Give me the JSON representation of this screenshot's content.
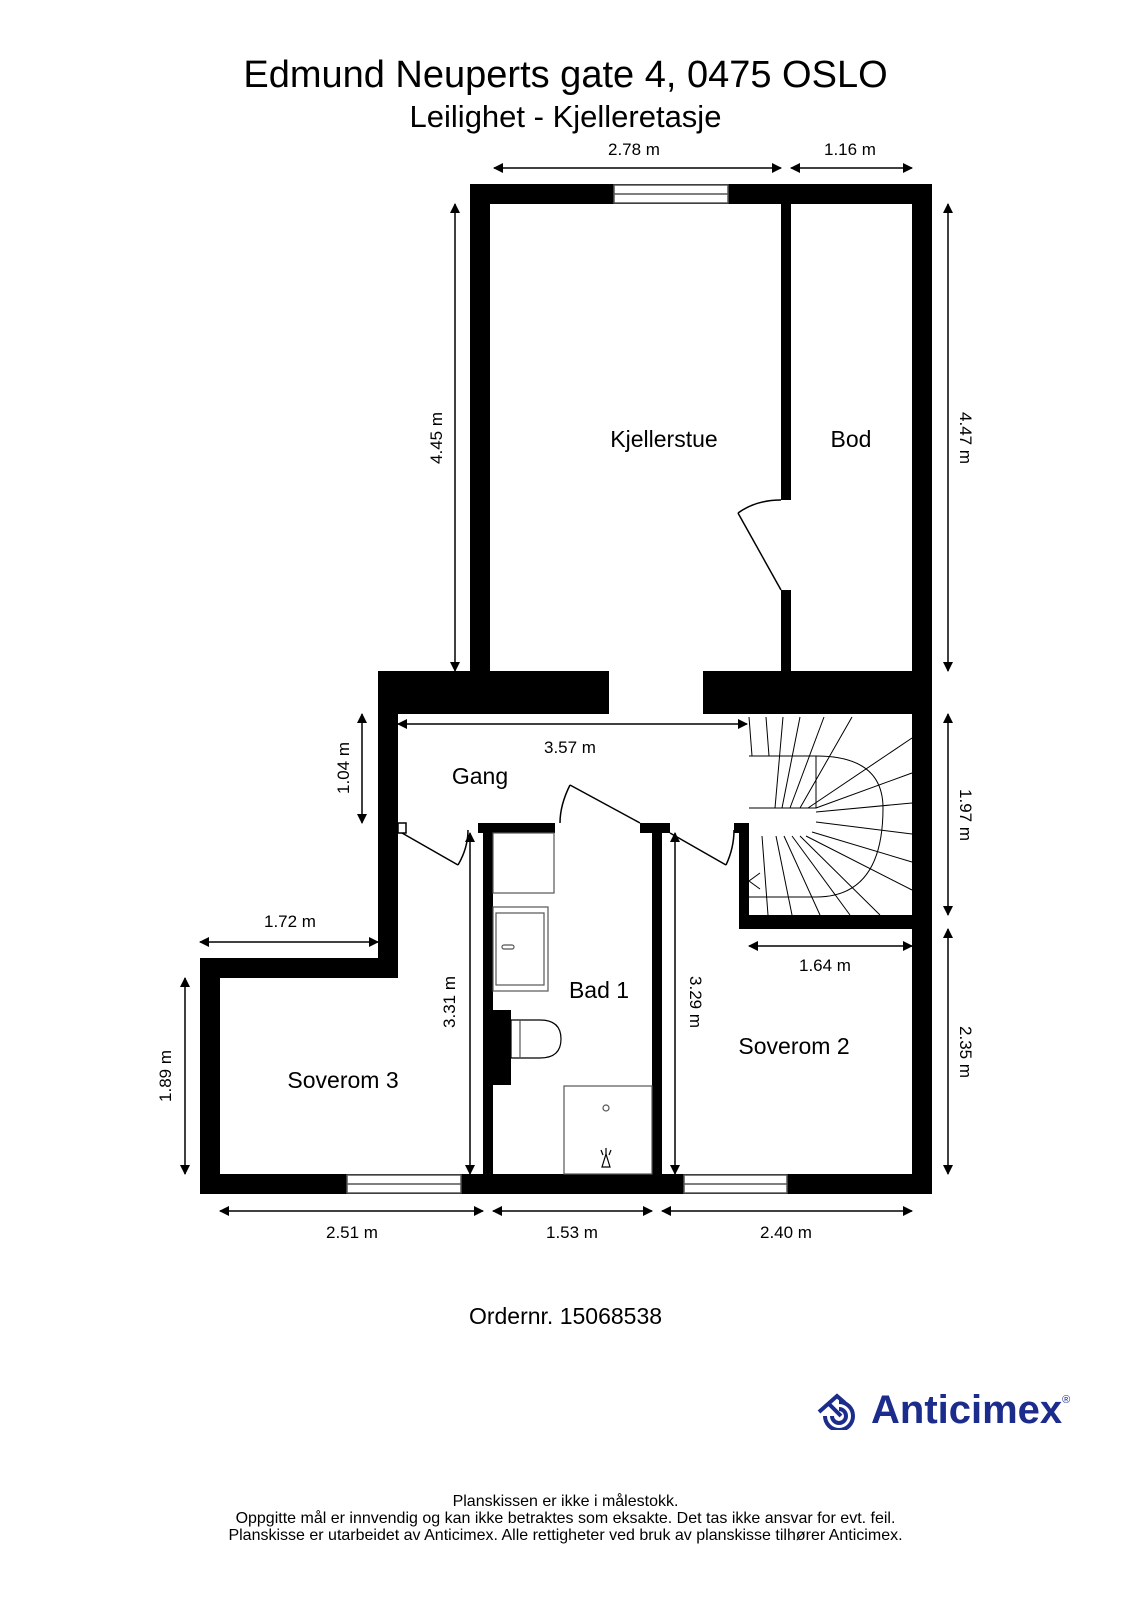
{
  "header": {
    "title": "Edmund Neuperts gate 4, 0475 OSLO",
    "subtitle": "Leilighet  - Kjelleretasje"
  },
  "rooms": {
    "kjellerstue": "Kjellerstue",
    "bod": "Bod",
    "gang": "Gang",
    "bad1": "Bad 1",
    "soverom2": "Soverom 2",
    "soverom3": "Soverom 3"
  },
  "dimensions": {
    "top_kjellerstue_width": "2.78 m",
    "top_bod_width": "1.16 m",
    "left_kjellerstue_height": "4.45 m",
    "right_bod_height": "4.47 m",
    "gang_width": "3.57 m",
    "gang_height": "1.04 m",
    "right_stair_height": "1.97 m",
    "soverom3_offset_width": "1.72 m",
    "soverom3_height": "1.89 m",
    "soverom3_depth": "3.31 m",
    "soverom2_depth": "3.29 m",
    "soverom2_top_width": "1.64 m",
    "right_soverom2_height": "2.35 m",
    "bottom_soverom3_width": "2.51 m",
    "bottom_bad_width": "1.53 m",
    "bottom_soverom2_width": "2.40 m"
  },
  "order": {
    "label": "Ordernr. 15068538"
  },
  "logo": {
    "brand": "Anticimex",
    "registered_mark": "®",
    "color": "#1b2c8c"
  },
  "footer": {
    "line1": "Planskissen er ikke i målestokk.",
    "line2": "Oppgitte mål er innvendig og kan ikke betraktes som eksakte. Det tas ikke ansvar for evt. feil.",
    "line3": "Planskisse er utarbeidet av Anticimex. Alle rettigheter ved bruk av planskisse tilhører Anticimex."
  },
  "colors": {
    "wall": "#000000",
    "background": "#ffffff",
    "brand": "#1b2c8c"
  }
}
